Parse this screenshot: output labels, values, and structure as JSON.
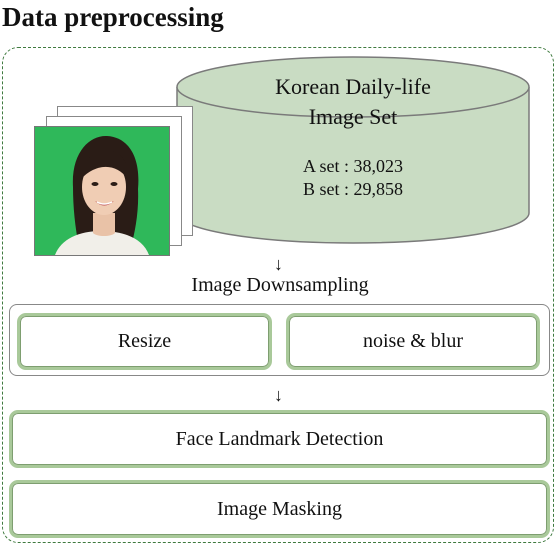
{
  "title": "Data preprocessing",
  "dataset": {
    "title_line1": "Korean Daily-life",
    "title_line2": "Image Set",
    "a_set": "A set : 38,023",
    "b_set": "B set : 29,858"
  },
  "arrow_glyph": "↓",
  "downsampling": {
    "label": "Image Downsampling",
    "resize": "Resize",
    "noise_blur": "noise & blur"
  },
  "face_landmark": "Face Landmark Detection",
  "image_masking": "Image Masking",
  "colors": {
    "cylinder_fill": "#c9dcc3",
    "photo_background": "#2fb85a",
    "box_border": "#a9c99a",
    "dashed_border": "#3f7a3f"
  }
}
